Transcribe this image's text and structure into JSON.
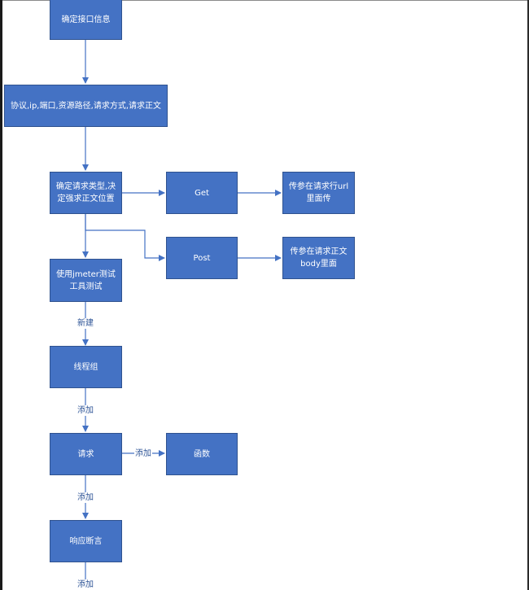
{
  "colors": {
    "box_fill": "#4472c4",
    "box_border": "#2f528f",
    "box_text": "#ffffff",
    "connector": "#4472c4",
    "edge_label_text": "#2f5597"
  },
  "nodes": {
    "confirm_api": "确定接口信息",
    "api_details": "协议,ip,端口,资源路径,请求方式,请求正文",
    "request_type": "确定请求类型,决定强求正文位置",
    "get": "Get",
    "post": "Post",
    "get_param": "传参在请求行url里面传",
    "post_param": "传参在请求正文body里面",
    "jmeter": "使用jmeter测试工具测试",
    "thread_group": "线程组",
    "request": "请求",
    "function": "函数",
    "assertion": "响应断言"
  },
  "edge_labels": {
    "new": "新建",
    "add_1": "添加",
    "add_2": "添加",
    "add_3": "添加",
    "add_4": "添加"
  }
}
